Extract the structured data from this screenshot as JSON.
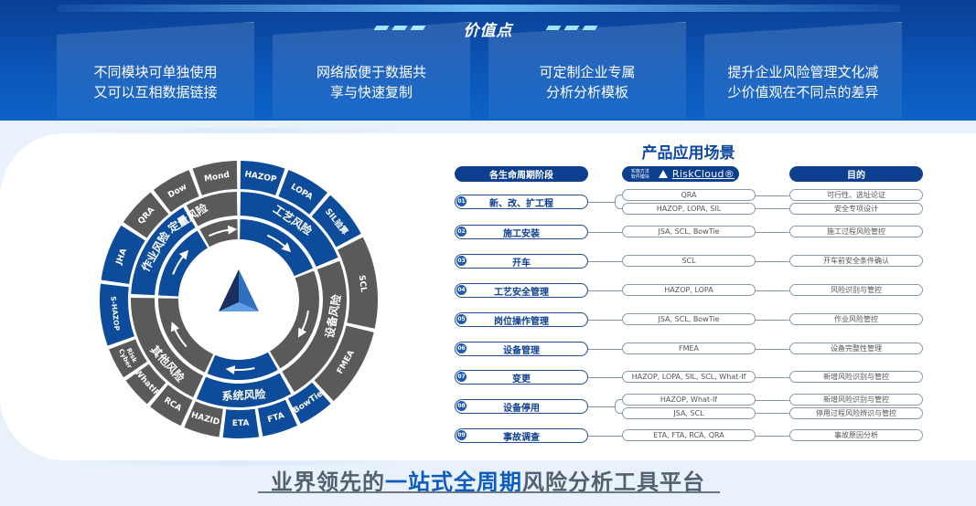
{
  "values": {
    "title": "价值点",
    "cards": [
      "不同模块可单独使用\n又可以互相数据链接",
      "网络版便于数据共\n享与快速复制",
      "可定制企业专属\n分析分析模板",
      "提升企业风险管理文化减\n少价值观在不同点的差异"
    ]
  },
  "wheel": {
    "inner_labels": [
      "工艺风险",
      "设备风险",
      "系统风险",
      "其他风险",
      "作业风险",
      "定量风险"
    ],
    "outer_segments": [
      "HAZOP",
      "LOPA",
      "SIL验算",
      "SCL",
      "FMEA",
      "BowTie",
      "FTA",
      "ETA",
      "HAZID",
      "RCA",
      "WhatIF",
      "Cyber Risk",
      "S-HAZOP",
      "JHA",
      "QRA",
      "Dow",
      "Mond"
    ],
    "colors": {
      "blue": "#0d4c9a",
      "gray": "#5a5a5a",
      "logo_dark": "#1a2f5e",
      "logo_light": "#3a7fd0"
    }
  },
  "scenarios": {
    "title": "产品应用场景",
    "header_stage": "各生命周期阶段",
    "header_small": "实施方法\n软件模块",
    "header_brand": "RiskCloud®",
    "header_purpose": "目的",
    "rows": [
      {
        "num": "01",
        "stage": "新、改、扩工程",
        "methods": [
          "QRA",
          "HAZOP, LOPA, SIL"
        ],
        "purposes": [
          "可行性、选址论证",
          "安全专项设计"
        ]
      },
      {
        "num": "02",
        "stage": "施工安装",
        "methods": [
          "JSA, SCL, BowTie"
        ],
        "purposes": [
          "施工过程风险管控"
        ]
      },
      {
        "num": "03",
        "stage": "开车",
        "methods": [
          "SCL"
        ],
        "purposes": [
          "开车前安全条件确认"
        ]
      },
      {
        "num": "04",
        "stage": "工艺安全管理",
        "methods": [
          "HAZOP, LOPA"
        ],
        "purposes": [
          "风险识别与管控"
        ]
      },
      {
        "num": "05",
        "stage": "岗位操作管理",
        "methods": [
          "JSA, SCL, BowTie"
        ],
        "purposes": [
          "作业风险管控"
        ]
      },
      {
        "num": "06",
        "stage": "设备管理",
        "methods": [
          "FMEA"
        ],
        "purposes": [
          "设备完整性管理"
        ]
      },
      {
        "num": "07",
        "stage": "变更",
        "methods": [
          "HAZOP, LOPA, SIL, SCL, What-If"
        ],
        "purposes": [
          "新增风险识别与管控"
        ]
      },
      {
        "num": "08",
        "stage": "设备停用",
        "methods": [
          "HAZOP, What-If",
          "JSA, SCL"
        ],
        "purposes": [
          "新增风险识别与管控",
          "停用过程风险辨识与管控"
        ]
      },
      {
        "num": "09",
        "stage": "事故调查",
        "methods": [
          "ETA, FTA, RCA, QRA"
        ],
        "purposes": [
          "事故原因分析"
        ]
      }
    ]
  },
  "slogan": {
    "part1": "业界领先的",
    "part2": "一站式全周期",
    "part3": "风险分析工具平台"
  }
}
